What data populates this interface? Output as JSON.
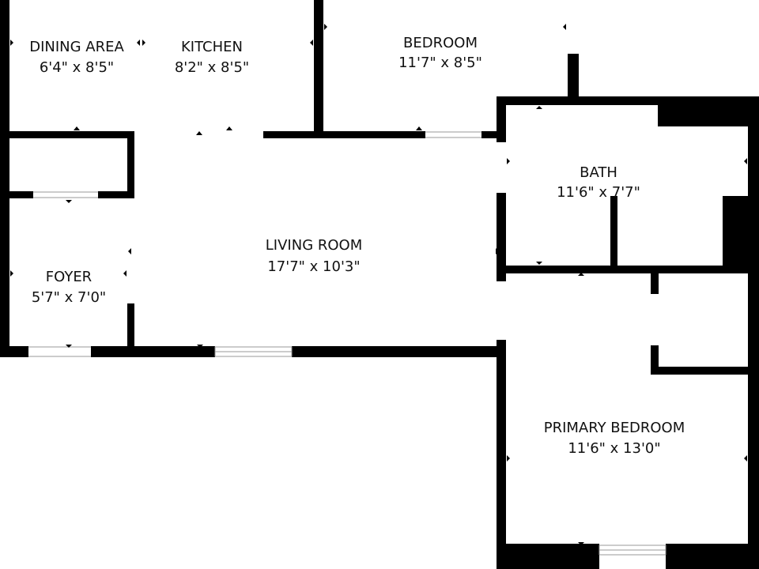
{
  "rooms": {
    "dining": {
      "name": "DINING AREA",
      "dimensions": "6'4\" x 8'5\""
    },
    "kitchen": {
      "name": "KITCHEN",
      "dimensions": "8'2\" x 8'5\""
    },
    "bedroom": {
      "name": "BEDROOM",
      "dimensions": "11'7\" x 8'5\""
    },
    "bath": {
      "name": "BATH",
      "dimensions": "11'6\" x 7'7\""
    },
    "living": {
      "name": "LIVING ROOM",
      "dimensions": "17'7\" x 10'3\""
    },
    "foyer": {
      "name": "FOYER",
      "dimensions": "5'7\" x 7'0\""
    },
    "primary": {
      "name": "PRIMARY BEDROOM",
      "dimensions": "11'6\" x 13'0\""
    }
  },
  "colors": {
    "wall": "#000000",
    "background": "#ffffff",
    "window": "#9a9a9a",
    "text": "#111111"
  }
}
